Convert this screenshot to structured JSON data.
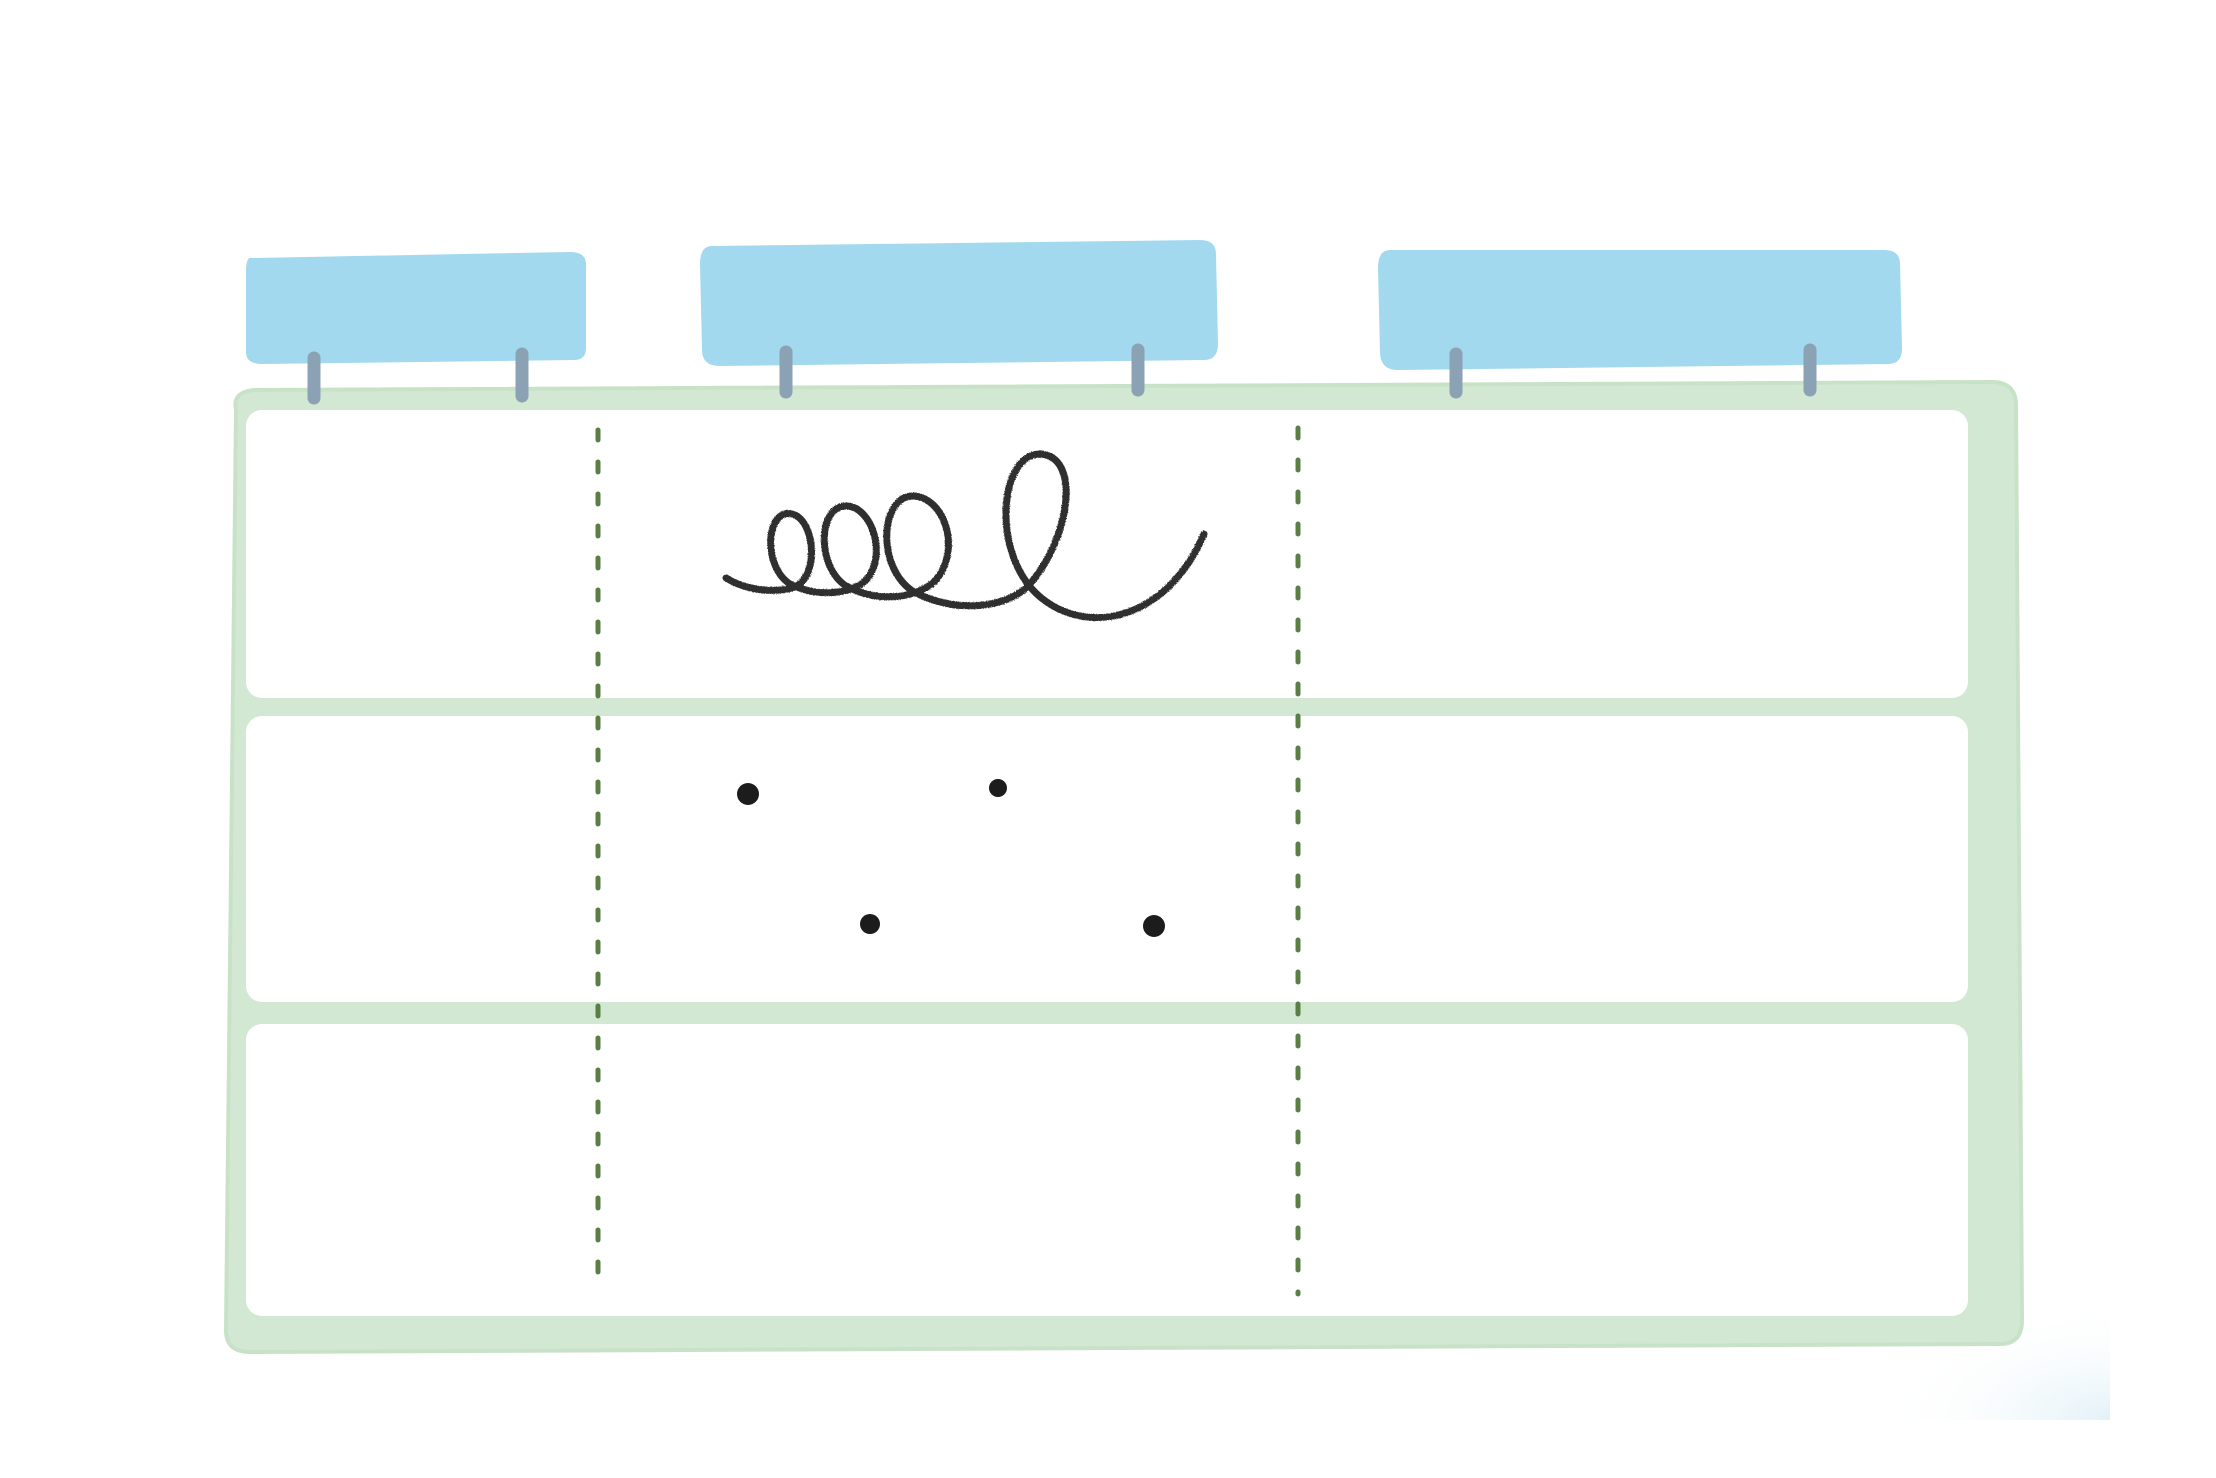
{
  "colors": {
    "background": "#ffffff",
    "frame": "#d3e8d3",
    "frame_edge": "#c8e2c8",
    "cell": "#ffffff",
    "header_tab": "#a2d9ef",
    "ring": "#8aa2b4",
    "column_divider": "#5a7f45",
    "ink": "#1c1c1c"
  },
  "table": {
    "columns": 3,
    "rows": 3,
    "header_tabs": [
      {
        "label": ""
      },
      {
        "label": ""
      },
      {
        "label": ""
      }
    ],
    "divider_style": "dashed"
  },
  "cells": [
    {
      "row": 1,
      "column": 2,
      "content": "loop-scribble"
    },
    {
      "row": 2,
      "column": 2,
      "content": "four-dots"
    }
  ]
}
